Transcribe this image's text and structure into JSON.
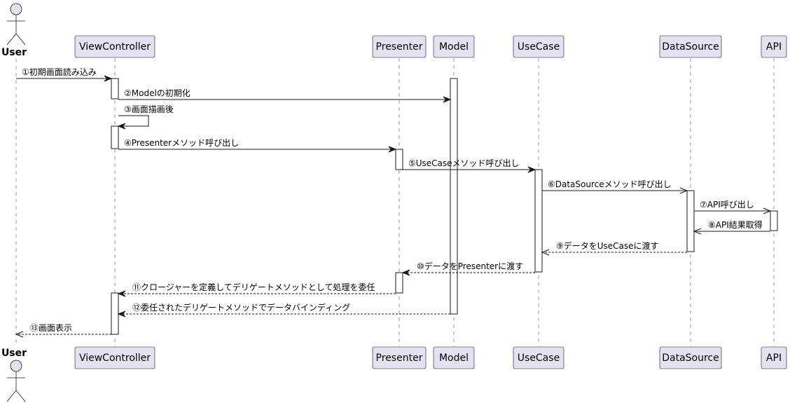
{
  "participants": [
    {
      "id": "user",
      "label": "User",
      "kind": "actor"
    },
    {
      "id": "vc",
      "label": "ViewController",
      "kind": "participant"
    },
    {
      "id": "presenter",
      "label": "Presenter",
      "kind": "participant"
    },
    {
      "id": "model",
      "label": "Model",
      "kind": "participant"
    },
    {
      "id": "usecase",
      "label": "UseCase",
      "kind": "participant"
    },
    {
      "id": "datasource",
      "label": "DataSource",
      "kind": "participant"
    },
    {
      "id": "api",
      "label": "API",
      "kind": "participant"
    }
  ],
  "messages": [
    {
      "from": "user",
      "to": "vc",
      "label": "①初期画面読み込み",
      "style": "solid",
      "head": "filled"
    },
    {
      "from": "vc",
      "to": "model",
      "label": "②Modelの初期化",
      "style": "solid",
      "head": "filled"
    },
    {
      "from": "vc",
      "to": "vc",
      "label": "③画面描画後",
      "style": "solid",
      "head": "filled"
    },
    {
      "from": "vc",
      "to": "presenter",
      "label": "④Presenterメソッド呼び出し",
      "style": "solid",
      "head": "filled"
    },
    {
      "from": "presenter",
      "to": "usecase",
      "label": "⑤UseCaseメソッド呼び出し",
      "style": "solid",
      "head": "filled"
    },
    {
      "from": "usecase",
      "to": "datasource",
      "label": "⑥DataSourceメソッド呼び出し",
      "style": "solid",
      "head": "open"
    },
    {
      "from": "datasource",
      "to": "api",
      "label": "⑦API呼び出し",
      "style": "solid",
      "head": "open"
    },
    {
      "from": "api",
      "to": "datasource",
      "label": "⑧API結果取得",
      "style": "solid",
      "head": "open"
    },
    {
      "from": "datasource",
      "to": "usecase",
      "label": "⑨データをUseCaseに渡す",
      "style": "dashed",
      "head": "open"
    },
    {
      "from": "usecase",
      "to": "presenter",
      "label": "⑩データをPresenterに渡す",
      "style": "dashed",
      "head": "filled"
    },
    {
      "from": "presenter",
      "to": "vc",
      "label": "⑪クロージャーを定義してデリゲートメソッドとして処理を委任",
      "style": "dashed",
      "head": "filled"
    },
    {
      "from": "model",
      "to": "vc",
      "label": "⑫委任されたデリゲートメソッドでデータバインディング",
      "style": "dashed",
      "head": "filled"
    },
    {
      "from": "vc",
      "to": "user",
      "label": "⑬画面表示",
      "style": "dashed",
      "head": "open"
    }
  ]
}
